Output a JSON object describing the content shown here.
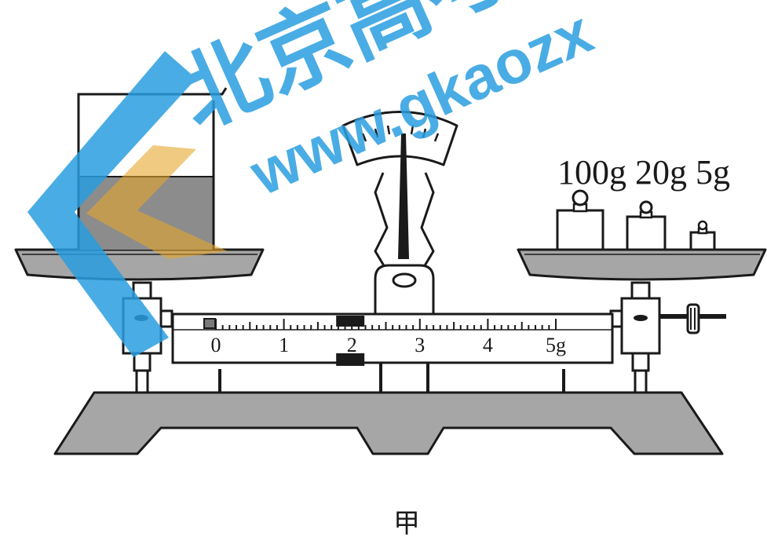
{
  "weights_label": "100g 20g 5g",
  "scale": {
    "ticks": [
      "0",
      "1",
      "2",
      "3",
      "4",
      "5g"
    ],
    "rider_position_g": 2.0
  },
  "caption": "甲",
  "watermark": {
    "brand": "北京高考",
    "site": "www.gkaozx"
  },
  "colors": {
    "stroke": "#1a1a1a",
    "metal": "#a6a6a6",
    "liquid": "#8c8c8c",
    "watermark_blue": "#2a9ee0",
    "watermark_orange": "#e7a52b"
  }
}
